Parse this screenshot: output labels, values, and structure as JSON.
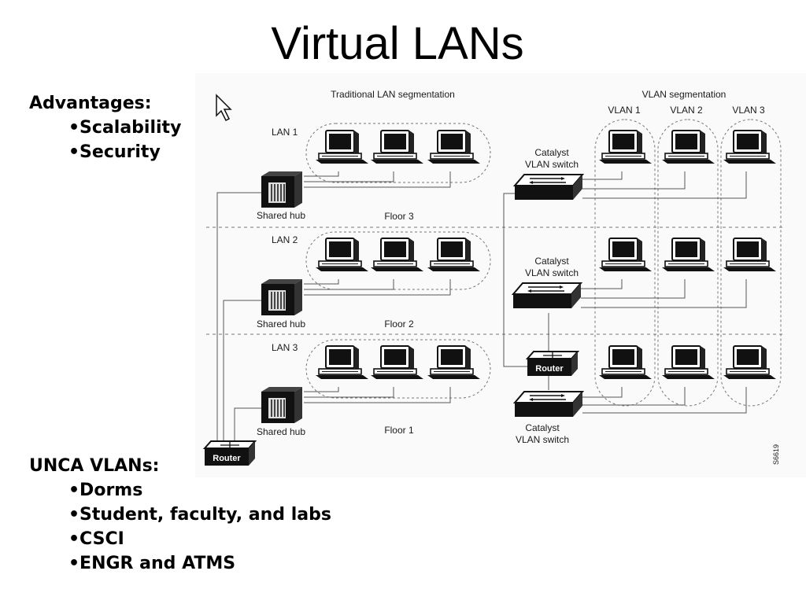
{
  "title": "Virtual LANs",
  "advantages": {
    "heading": "Advantages:",
    "items": [
      "•Scalability",
      "•Security"
    ]
  },
  "unca": {
    "heading": "UNCA VLANs:",
    "items": [
      "•Dorms",
      "•Student, faculty, and labs",
      "•CSCI",
      "•ENGR and ATMS"
    ]
  },
  "diagram": {
    "traditional_heading": "Traditional LAN segmentation",
    "vlan_heading": "VLAN segmentation",
    "lans": [
      "LAN 1",
      "LAN 2",
      "LAN 3"
    ],
    "floors": [
      "Floor 3",
      "Floor 2",
      "Floor 1"
    ],
    "hub_label": "Shared hub",
    "router_label": "Router",
    "catalyst_label": "Catalyst",
    "vlan_switch_label": "VLAN switch",
    "vlans": [
      "VLAN 1",
      "VLAN 2",
      "VLAN 3"
    ],
    "figure_id": "S6619"
  }
}
